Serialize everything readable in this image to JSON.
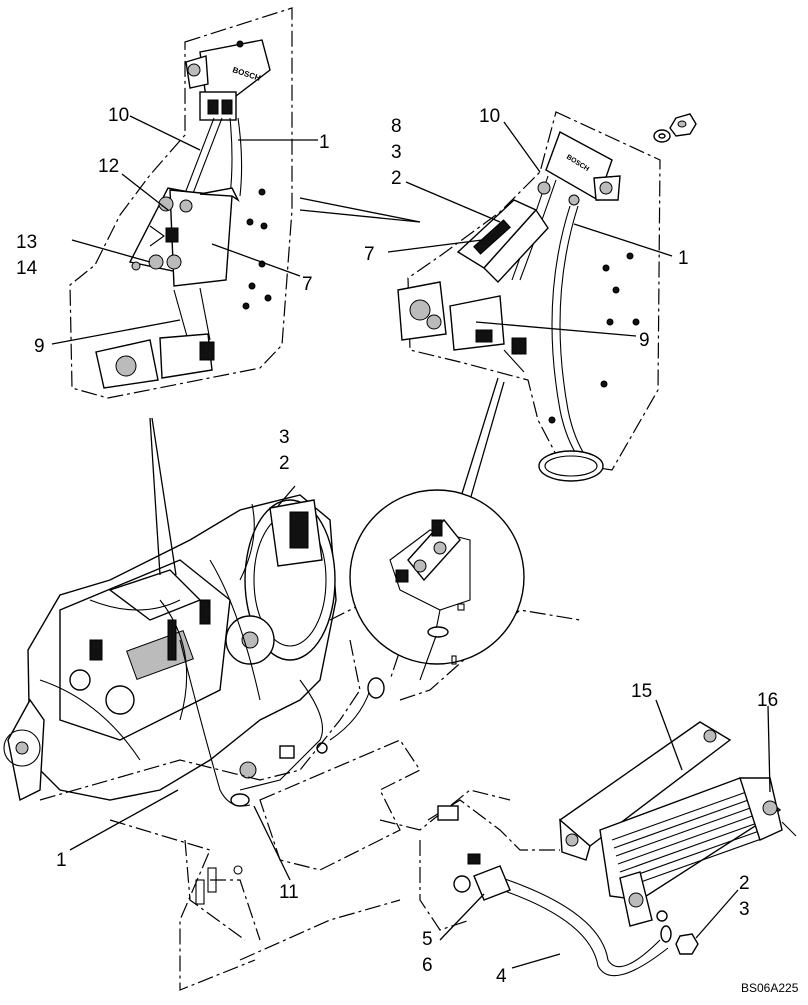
{
  "drawing_code": "BS06A225",
  "brand_mark": "BOSCH",
  "callouts": [
    {
      "id": "c10a",
      "text": "10"
    },
    {
      "id": "c1a",
      "text": "1"
    },
    {
      "id": "c12",
      "text": "12"
    },
    {
      "id": "c13",
      "text": "13"
    },
    {
      "id": "c14",
      "text": "14"
    },
    {
      "id": "c7a",
      "text": "7"
    },
    {
      "id": "c9a",
      "text": "9"
    },
    {
      "id": "c8",
      "text": "8"
    },
    {
      "id": "c3a",
      "text": "3"
    },
    {
      "id": "c2a",
      "text": "2"
    },
    {
      "id": "c10b",
      "text": "10"
    },
    {
      "id": "c7b",
      "text": "7"
    },
    {
      "id": "c1b",
      "text": "1"
    },
    {
      "id": "c9b",
      "text": "9"
    },
    {
      "id": "c3b",
      "text": "3"
    },
    {
      "id": "c2b",
      "text": "2"
    },
    {
      "id": "c15",
      "text": "15"
    },
    {
      "id": "c16",
      "text": "16"
    },
    {
      "id": "c1c",
      "text": "1"
    },
    {
      "id": "c11",
      "text": "11"
    },
    {
      "id": "c2c",
      "text": "2"
    },
    {
      "id": "c3c",
      "text": "3"
    },
    {
      "id": "c5",
      "text": "5"
    },
    {
      "id": "c6",
      "text": "6"
    },
    {
      "id": "c4",
      "text": "4"
    }
  ]
}
